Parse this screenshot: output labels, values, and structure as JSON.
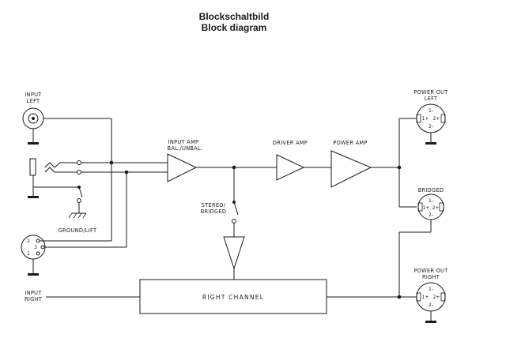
{
  "title": {
    "line1": "Blockschaltbild",
    "line2": "Block diagram"
  },
  "labels": {
    "input_left_1": "INPUT",
    "input_left_2": "LEFT",
    "input_amp_1": "INPUT AMP",
    "input_amp_2": "BAL./UNBAL.",
    "driver_amp": "DRIVER AMP",
    "power_amp": "POWER AMP",
    "ground_lift": "GROUND/LIFT",
    "stereo_bridged_1": "STEREO/",
    "stereo_bridged_2": "BRIDGED",
    "right_channel": "RIGHT CHANNEL",
    "input_right_1": "INPUT",
    "input_right_2": "RIGHT",
    "power_out_left_1": "POWER OUT",
    "power_out_left_2": "LEFT",
    "bridged": "BRIDGED",
    "power_out_right_1": "POWER OUT",
    "power_out_right_2": "RIGHT"
  },
  "xlr_pins": {
    "pin2": "2",
    "pin3": "3",
    "pin1": "1"
  },
  "speakon_pins": {
    "left": {
      "minus1": "1-",
      "plus1": "1+",
      "minus2": "2-",
      "plus2": "2+"
    },
    "bridged": {
      "minus1": "1-",
      "plus1": "1+",
      "minus2": "2-",
      "plus2": "2+"
    },
    "right": {
      "minus1": "1-",
      "plus1": "1+",
      "minus2": "2-",
      "plus2": "2+"
    }
  }
}
